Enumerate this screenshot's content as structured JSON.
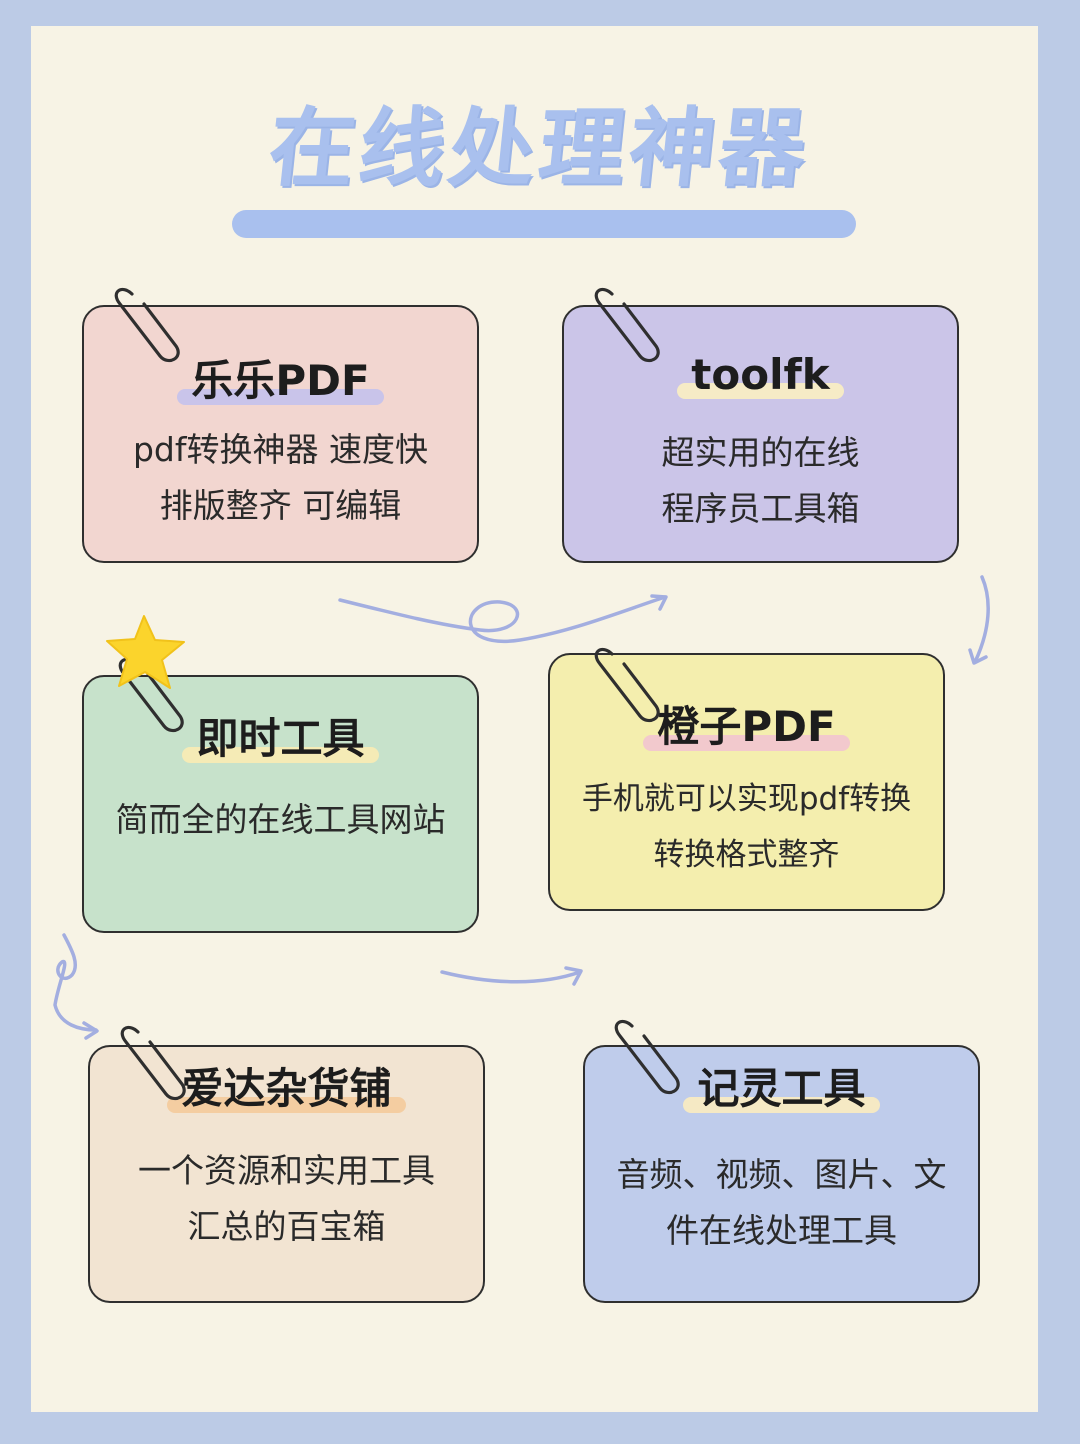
{
  "title": "在线处理神器",
  "colors": {
    "frame": "#bccbe6",
    "paper": "#f7f3e5",
    "title": "#a9c0ee",
    "arrows": "#a3aee0"
  },
  "cards": [
    {
      "name": "乐乐PDF",
      "desc": "pdf转换神器 速度快\n排版整齐 可编辑",
      "bg": "#f2d6d0",
      "highlight": "#c9c4ea"
    },
    {
      "name": "toolfk",
      "desc": "超实用的在线\n程序员工具箱",
      "bg": "#cbc5e8",
      "highlight": "#f6ebc6"
    },
    {
      "name": "即时工具",
      "desc": "简而全的在线工具网站",
      "bg": "#c7e2cb",
      "highlight": "#f5ebb6"
    },
    {
      "name": "橙子PDF",
      "desc": "手机就可以实现pdf转换\n转换格式整齐",
      "bg": "#f4eeae",
      "highlight": "#f2c9cd"
    },
    {
      "name": "爱达杂货铺",
      "desc": "一个资源和实用工具\n汇总的百宝箱",
      "bg": "#f2e4d2",
      "highlight": "#f4cda1"
    },
    {
      "name": "记灵工具",
      "desc": "音频、视频、图片、文\n件在线处理工具",
      "bg": "#bfcceb",
      "highlight": "#f5e9c4"
    }
  ],
  "icons": [
    "paperclip-icon",
    "star-icon",
    "arrow-icon"
  ]
}
